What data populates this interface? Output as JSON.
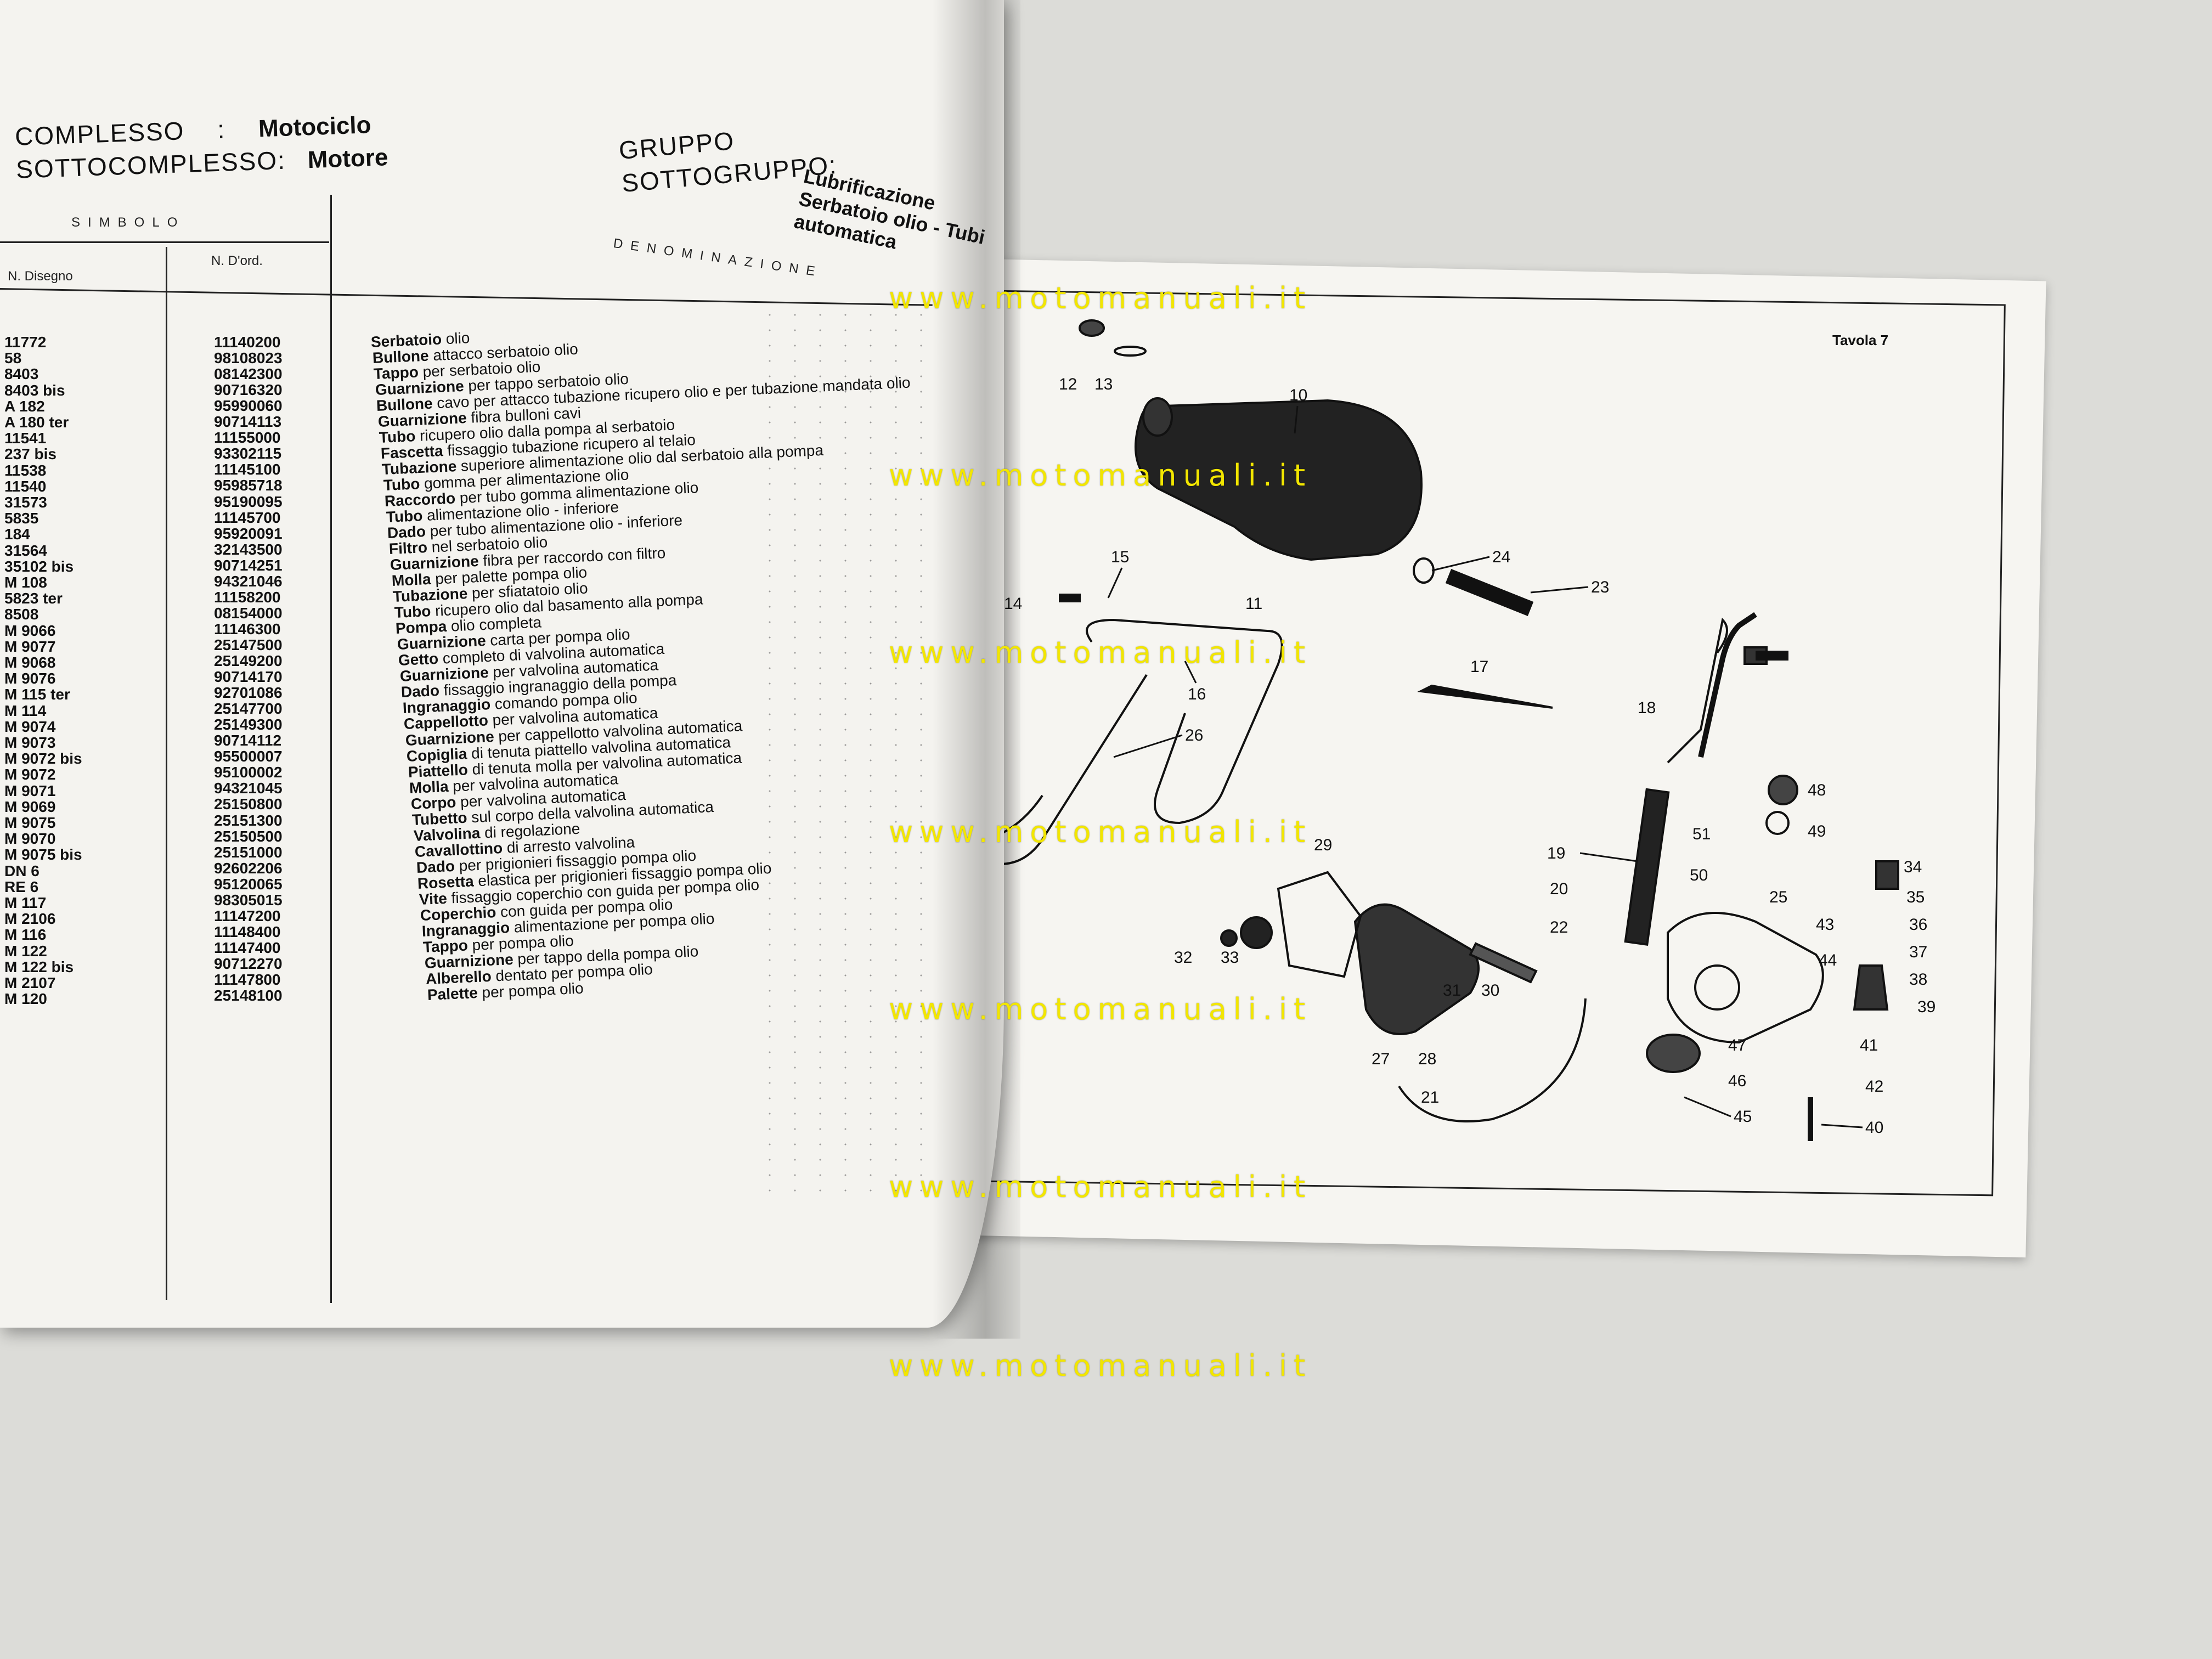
{
  "header": {
    "complesso_label": "COMPLESSO",
    "complesso_value": "Motociclo",
    "sottocomplesso_label": "SOTTOCOMPLESSO:",
    "sottocomplesso_value": "Motore",
    "colon": ":",
    "gruppo_label": "GRUPPO",
    "sottogruppo_label": "SOTTOGRUPPO:",
    "gruppo_value": "Lubrificazione",
    "sottogruppo_value_1": "Serbatoio olio - Tubi",
    "sottogruppo_value_2": "automatica"
  },
  "columns": {
    "simbolo": "SIMBOLO",
    "n_disegno": "N. Disegno",
    "n_ordine": "N. D'ord.",
    "denominazione": "DENOMINAZIONE"
  },
  "parts": [
    {
      "disegno": "11772",
      "ordine": "11140200",
      "key": "Serbatoio",
      "rest": "olio"
    },
    {
      "disegno": "58",
      "ordine": "98108023",
      "key": "Bullone",
      "rest": "attacco serbatoio olio"
    },
    {
      "disegno": "8403",
      "ordine": "08142300",
      "key": "Tappo",
      "rest": "per serbatoio olio"
    },
    {
      "disegno": "8403 bis",
      "ordine": "90716320",
      "key": "Guarnizione",
      "rest": "per tappo serbatoio olio"
    },
    {
      "disegno": "A 182",
      "ordine": "95990060",
      "key": "Bullone",
      "rest": "cavo per attacco tubazione ricupero olio e per tubazione mandata olio"
    },
    {
      "disegno": "A 180 ter",
      "ordine": "90714113",
      "key": "Guarnizione",
      "rest": "fibra bulloni cavi"
    },
    {
      "disegno": "11541",
      "ordine": "11155000",
      "key": "Tubo",
      "rest": "ricupero olio dalla pompa al serbatoio"
    },
    {
      "disegno": "237 bis",
      "ordine": "93302115",
      "key": "Fascetta",
      "rest": "fissaggio tubazione ricupero al telaio"
    },
    {
      "disegno": "11538",
      "ordine": "11145100",
      "key": "Tubazione",
      "rest": "superiore alimentazione olio dal serbatoio alla pompa"
    },
    {
      "disegno": "11540",
      "ordine": "95985718",
      "key": "Tubo",
      "rest": "gomma per alimentazione olio"
    },
    {
      "disegno": "31573",
      "ordine": "95190095",
      "key": "Raccordo",
      "rest": "per tubo gomma alimentazione olio"
    },
    {
      "disegno": "5835",
      "ordine": "11145700",
      "key": "Tubo",
      "rest": "alimentazione olio - inferiore"
    },
    {
      "disegno": "184",
      "ordine": "95920091",
      "key": "Dado",
      "rest": "per tubo alimentazione olio - inferiore"
    },
    {
      "disegno": "31564",
      "ordine": "32143500",
      "key": "Filtro",
      "rest": "nel serbatoio olio"
    },
    {
      "disegno": "35102 bis",
      "ordine": "90714251",
      "key": "Guarnizione",
      "rest": "fibra per raccordo con filtro"
    },
    {
      "disegno": "M 108",
      "ordine": "94321046",
      "key": "Molla",
      "rest": "per palette pompa olio"
    },
    {
      "disegno": "5823 ter",
      "ordine": "11158200",
      "key": "Tubazione",
      "rest": "per sfiatatoio olio"
    },
    {
      "disegno": "8508",
      "ordine": "08154000",
      "key": "Tubo",
      "rest": "ricupero olio dal basamento alla pompa"
    },
    {
      "disegno": "M 9066",
      "ordine": "11146300",
      "key": "Pompa",
      "rest": "olio completa"
    },
    {
      "disegno": "M 9077",
      "ordine": "25147500",
      "key": "Guarnizione",
      "rest": "carta per pompa olio"
    },
    {
      "disegno": "M 9068",
      "ordine": "25149200",
      "key": "Getto",
      "rest": "completo di valvolina automatica"
    },
    {
      "disegno": "M 9076",
      "ordine": "90714170",
      "key": "Guarnizione",
      "rest": "per valvolina automatica"
    },
    {
      "disegno": "M 115 ter",
      "ordine": "92701086",
      "key": "Dado",
      "rest": "fissaggio ingranaggio della pompa"
    },
    {
      "disegno": "M 114",
      "ordine": "25147700",
      "key": "Ingranaggio",
      "rest": "comando pompa olio"
    },
    {
      "disegno": "M 9074",
      "ordine": "25149300",
      "key": "Cappellotto",
      "rest": "per valvolina automatica"
    },
    {
      "disegno": "M 9073",
      "ordine": "90714112",
      "key": "Guarnizione",
      "rest": "per cappellotto valvolina automatica"
    },
    {
      "disegno": "M 9072 bis",
      "ordine": "95500007",
      "key": "Copiglia",
      "rest": "di tenuta piattello valvolina automatica"
    },
    {
      "disegno": "M 9072",
      "ordine": "95100002",
      "key": "Piattello",
      "rest": "di tenuta molla per valvolina automatica"
    },
    {
      "disegno": "M 9071",
      "ordine": "94321045",
      "key": "Molla",
      "rest": "per valvolina automatica"
    },
    {
      "disegno": "M 9069",
      "ordine": "25150800",
      "key": "Corpo",
      "rest": "per valvolina automatica"
    },
    {
      "disegno": "M 9075",
      "ordine": "25151300",
      "key": "Tubetto",
      "rest": "sul corpo della valvolina automatica"
    },
    {
      "disegno": "M 9070",
      "ordine": "25150500",
      "key": "Valvolina",
      "rest": "di regolazione"
    },
    {
      "disegno": "M 9075 bis",
      "ordine": "25151000",
      "key": "Cavallottino",
      "rest": "di arresto valvolina"
    },
    {
      "disegno": "DN 6",
      "ordine": "92602206",
      "key": "Dado",
      "rest": "per prigionieri fissaggio pompa olio"
    },
    {
      "disegno": "RE 6",
      "ordine": "95120065",
      "key": "Rosetta",
      "rest": "elastica per prigionieri fissaggio pompa olio"
    },
    {
      "disegno": "M 117",
      "ordine": "98305015",
      "key": "Vite",
      "rest": "fissaggio coperchio con guida per pompa olio"
    },
    {
      "disegno": "M 2106",
      "ordine": "11147200",
      "key": "Coperchio",
      "rest": "con guida per pompa olio"
    },
    {
      "disegno": "M 116",
      "ordine": "11148400",
      "key": "Ingranaggio",
      "rest": "alimentazione per pompa olio"
    },
    {
      "disegno": "M 122",
      "ordine": "11147400",
      "key": "Tappo",
      "rest": "per pompa olio"
    },
    {
      "disegno": "M 122 bis",
      "ordine": "90712270",
      "key": "Guarnizione",
      "rest": "per tappo della pompa olio"
    },
    {
      "disegno": "M 2107",
      "ordine": "11147800",
      "key": "Alberello",
      "rest": "dentato per pompa olio"
    },
    {
      "disegno": "M 120",
      "ordine": "25148100",
      "key": "Palette",
      "rest": "per pompa olio"
    }
  ],
  "plate": {
    "title": "Tavola 7",
    "callouts": [
      "10",
      "11",
      "12",
      "13",
      "14",
      "15",
      "16",
      "17",
      "18",
      "19",
      "20",
      "21",
      "22",
      "23",
      "24",
      "25",
      "26",
      "27",
      "28",
      "29",
      "30",
      "31",
      "32",
      "33",
      "34",
      "35",
      "36",
      "37",
      "38",
      "39",
      "40",
      "41",
      "42",
      "43",
      "44",
      "45",
      "46",
      "47",
      "48",
      "49",
      "50",
      "51"
    ]
  },
  "watermark": {
    "text": "www.motomanuali.it"
  },
  "colors": {
    "watermark": "#f2e600",
    "paper": "#f4f3ef",
    "ink": "#111111"
  }
}
